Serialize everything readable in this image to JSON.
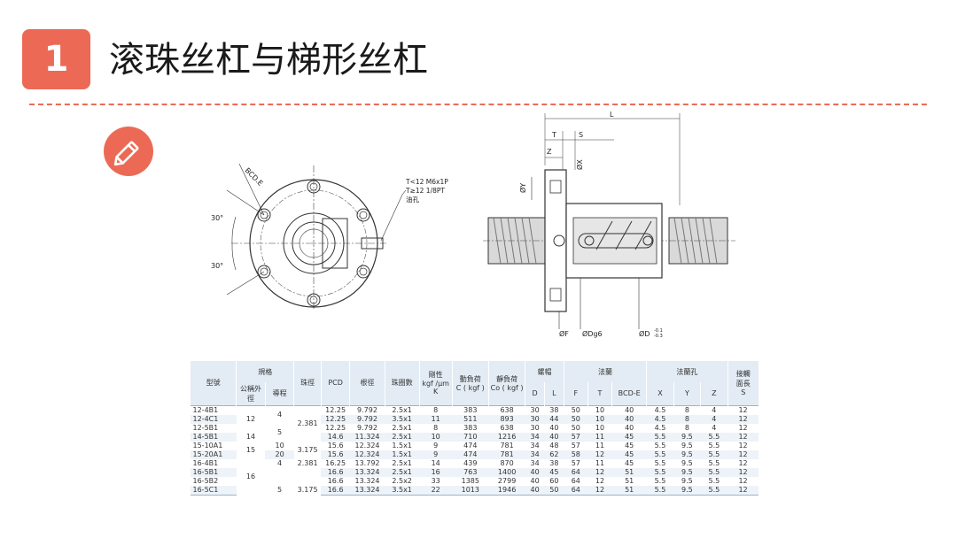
{
  "slide": {
    "number": "1",
    "title": "滚珠丝杠与梯形丝杠"
  },
  "colors": {
    "accent": "#ec6a55",
    "table_header": "#e3ecf4",
    "table_stripe": "#edf3f8"
  },
  "icons": {
    "badge": "pencil-icon"
  },
  "front_view": {
    "bcd_label": "BCD.E",
    "angle_top": "30°",
    "angle_bottom": "30°",
    "oil_note_1": "T<12 M6x1P",
    "oil_note_2": "T≥12 1/8PT",
    "oil_note_3": "油孔"
  },
  "side_view": {
    "dim_L": "L",
    "dim_T": "T",
    "dim_S": "S",
    "dim_Z": "Z",
    "dim_X": "ØX",
    "dim_Y": "ØY",
    "dim_F": "ØF",
    "dim_Dg6": "ØDg6",
    "dim_D": "ØD",
    "dim_D_tol_upper": "-0.1",
    "dim_D_tol_lower": "-0.3"
  },
  "table": {
    "headers": {
      "model": "型號",
      "spec": "規格",
      "nominal_od": "公稱外徑",
      "lead": "導程",
      "ball_dia": "珠徑",
      "pcd": "PCD",
      "root_dia": "根徑",
      "circuits": "珠圈數",
      "rigidity_line1": "剛性",
      "rigidity_line2": "kgf /μm",
      "rigidity_line3": "K",
      "dyn_line1": "動負荷",
      "dyn_line2": "C ( kgf )",
      "static_line1": "靜負荷",
      "static_line2": "Co ( kgf )",
      "nut": "螺帽",
      "flange": "法蘭",
      "flange_hole": "法蘭孔",
      "connect_line1": "接觸",
      "connect_line2": "面長",
      "D": "D",
      "L": "L",
      "F": "F",
      "T": "T",
      "BCD": "BCD-E",
      "X": "X",
      "Y": "Y",
      "Z": "Z",
      "S": "S"
    },
    "groups": {
      "od_12": "12",
      "od_14": "14",
      "od_15": "15",
      "od_16": "16",
      "lead_4a": "4",
      "lead_5a": "5",
      "lead_10": "10",
      "lead_20": "20",
      "lead_4b": "4",
      "lead_5b": "5",
      "ball_2381a": "2.381",
      "ball_3175a": "3.175",
      "ball_2381b": "2.381",
      "ball_3175b": "3.175"
    },
    "rows": [
      {
        "model": "12-4B1",
        "pcd": "12.25",
        "root": "9.792",
        "circ": "2.5x1",
        "k": "8",
        "c": "383",
        "co": "638",
        "d": "30",
        "l": "38",
        "f": "50",
        "t": "10",
        "bcd": "40",
        "x": "4.5",
        "y": "8",
        "z": "4",
        "s": "12"
      },
      {
        "model": "12-4C1",
        "pcd": "12.25",
        "root": "9.792",
        "circ": "3.5x1",
        "k": "11",
        "c": "511",
        "co": "893",
        "d": "30",
        "l": "44",
        "f": "50",
        "t": "10",
        "bcd": "40",
        "x": "4.5",
        "y": "8",
        "z": "4",
        "s": "12"
      },
      {
        "model": "12-5B1",
        "pcd": "12.25",
        "root": "9.792",
        "circ": "2.5x1",
        "k": "8",
        "c": "383",
        "co": "638",
        "d": "30",
        "l": "40",
        "f": "50",
        "t": "10",
        "bcd": "40",
        "x": "4.5",
        "y": "8",
        "z": "4",
        "s": "12"
      },
      {
        "model": "14-5B1",
        "pcd": "14.6",
        "root": "11.324",
        "circ": "2.5x1",
        "k": "10",
        "c": "710",
        "co": "1216",
        "d": "34",
        "l": "40",
        "f": "57",
        "t": "11",
        "bcd": "45",
        "x": "5.5",
        "y": "9.5",
        "z": "5.5",
        "s": "12"
      },
      {
        "model": "15-10A1",
        "pcd": "15.6",
        "root": "12.324",
        "circ": "1.5x1",
        "k": "9",
        "c": "474",
        "co": "781",
        "d": "34",
        "l": "48",
        "f": "57",
        "t": "11",
        "bcd": "45",
        "x": "5.5",
        "y": "9.5",
        "z": "5.5",
        "s": "12"
      },
      {
        "model": "15-20A1",
        "pcd": "15.6",
        "root": "12.324",
        "circ": "1.5x1",
        "k": "9",
        "c": "474",
        "co": "781",
        "d": "34",
        "l": "62",
        "f": "58",
        "t": "12",
        "bcd": "45",
        "x": "5.5",
        "y": "9.5",
        "z": "5.5",
        "s": "12"
      },
      {
        "model": "16-4B1",
        "pcd": "16.25",
        "root": "13.792",
        "circ": "2.5x1",
        "k": "14",
        "c": "439",
        "co": "870",
        "d": "34",
        "l": "38",
        "f": "57",
        "t": "11",
        "bcd": "45",
        "x": "5.5",
        "y": "9.5",
        "z": "5.5",
        "s": "12"
      },
      {
        "model": "16-5B1",
        "pcd": "16.6",
        "root": "13.324",
        "circ": "2.5x1",
        "k": "16",
        "c": "763",
        "co": "1400",
        "d": "40",
        "l": "45",
        "f": "64",
        "t": "12",
        "bcd": "51",
        "x": "5.5",
        "y": "9.5",
        "z": "5.5",
        "s": "12"
      },
      {
        "model": "16-5B2",
        "pcd": "16.6",
        "root": "13.324",
        "circ": "2.5x2",
        "k": "33",
        "c": "1385",
        "co": "2799",
        "d": "40",
        "l": "60",
        "f": "64",
        "t": "12",
        "bcd": "51",
        "x": "5.5",
        "y": "9.5",
        "z": "5.5",
        "s": "12"
      },
      {
        "model": "16-5C1",
        "pcd": "16.6",
        "root": "13.324",
        "circ": "3.5x1",
        "k": "22",
        "c": "1013",
        "co": "1946",
        "d": "40",
        "l": "50",
        "f": "64",
        "t": "12",
        "bcd": "51",
        "x": "5.5",
        "y": "9.5",
        "z": "5.5",
        "s": "12"
      }
    ]
  }
}
